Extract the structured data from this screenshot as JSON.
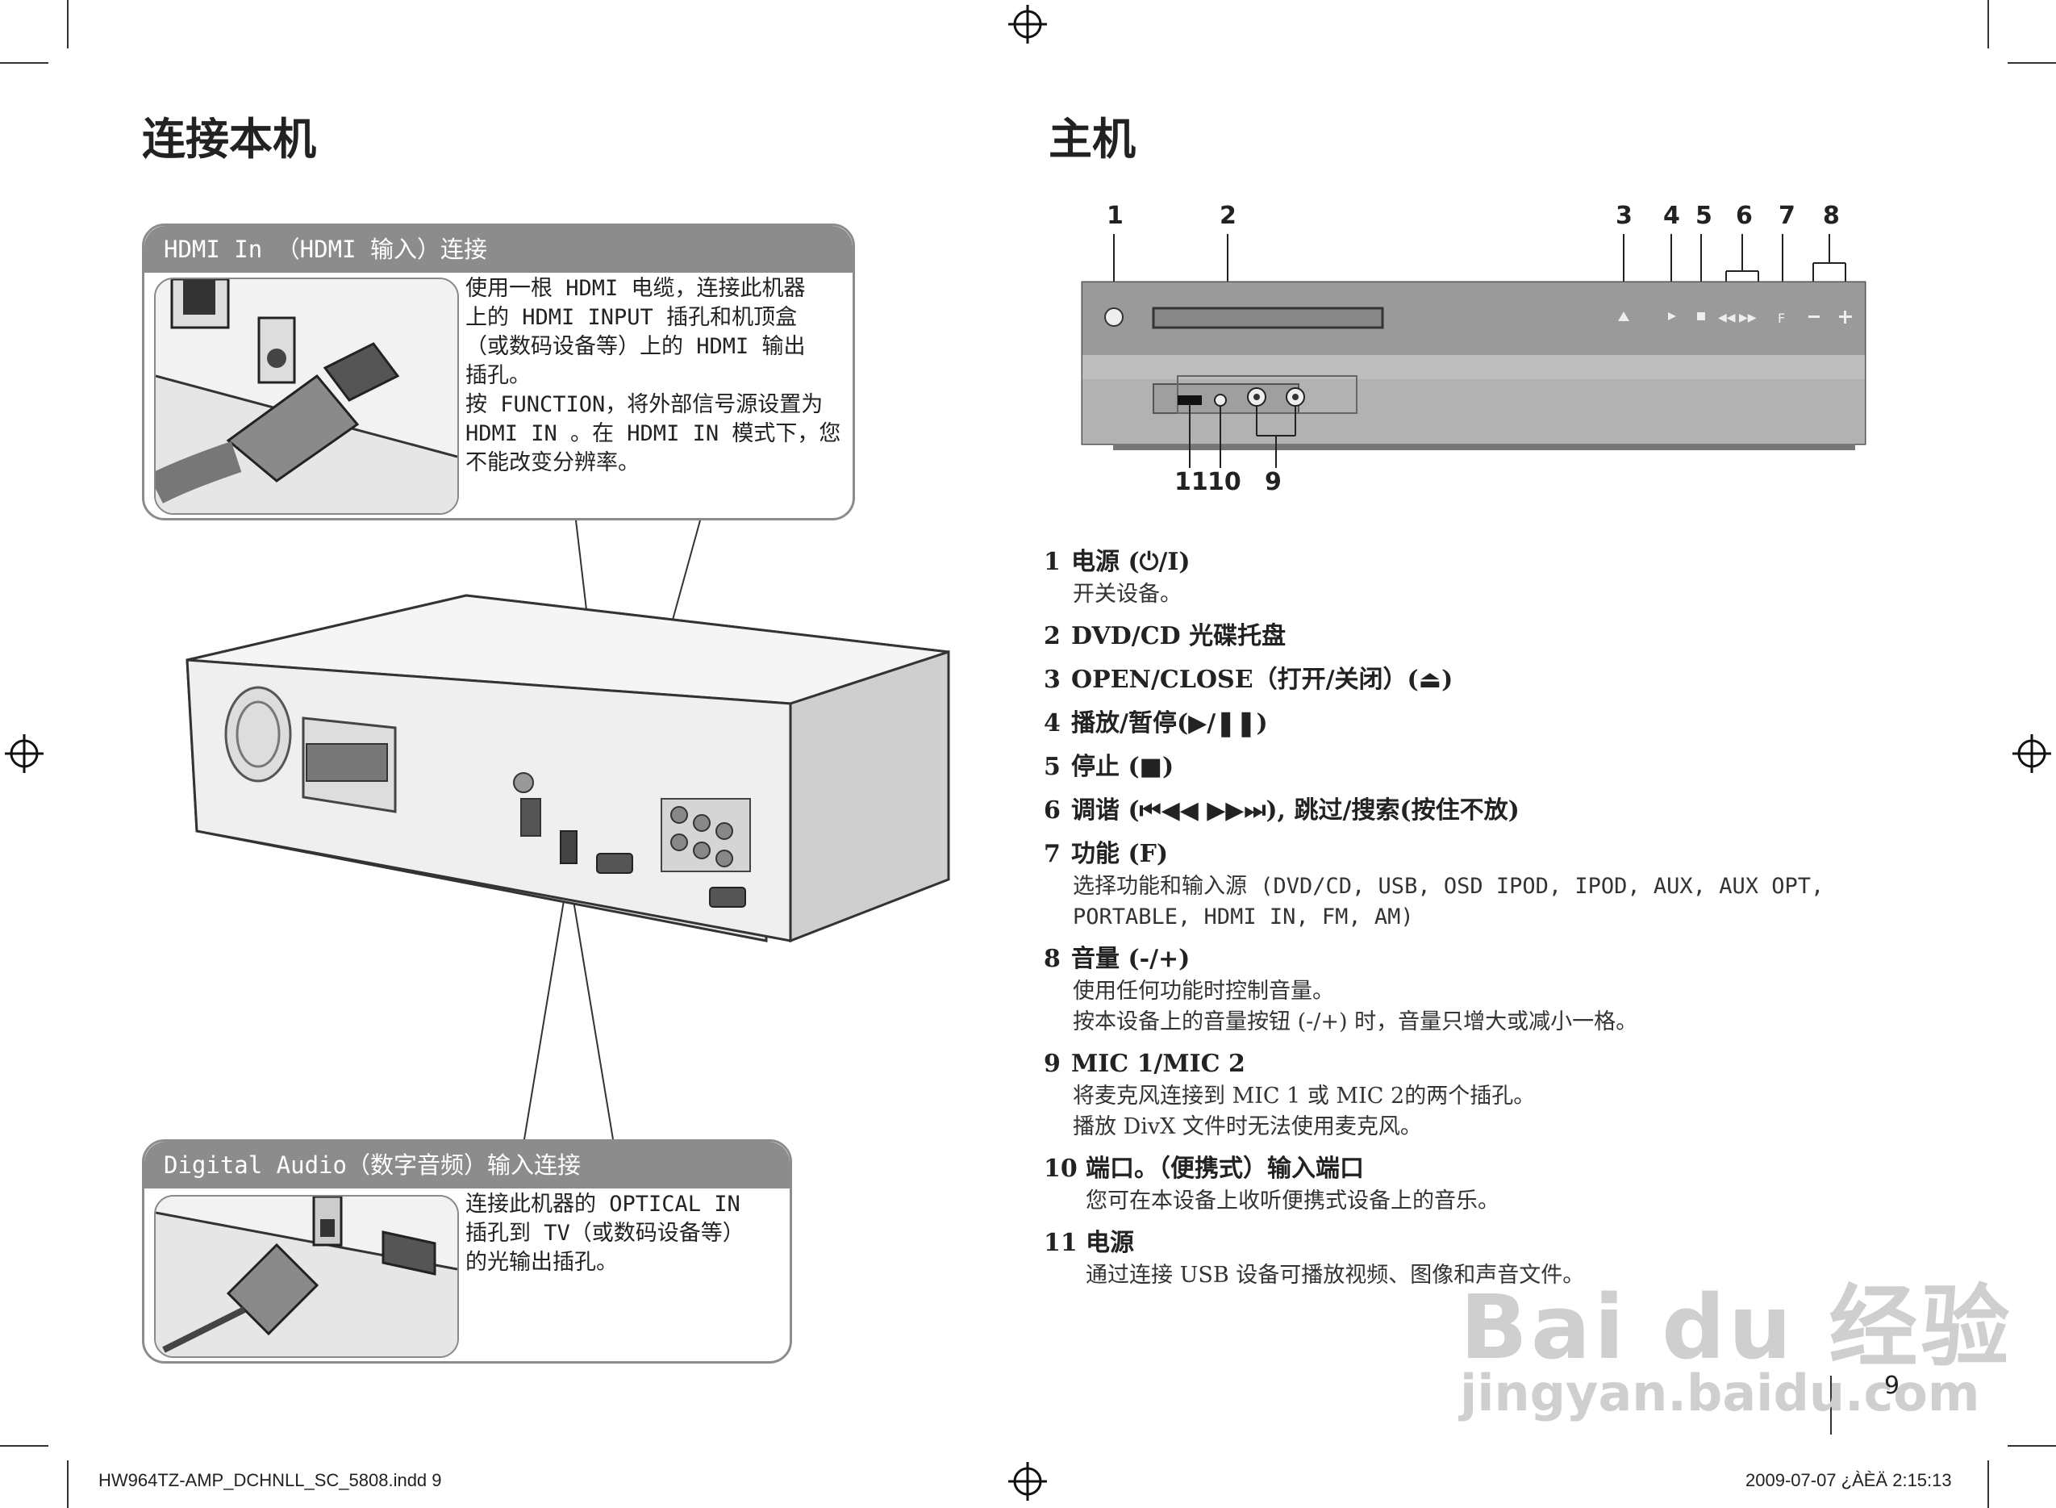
{
  "left": {
    "title": "连接本机",
    "hdmi_box": {
      "heading": "HDMI In （HDMI 输入）连接",
      "text": "使用一根 HDMI 电缆，连接此机器\n上的 HDMI INPUT 插孔和机顶盒\n（或数码设备等）上的 HDMI 输出\n插孔。\n按 FUNCTION，将外部信号源设置为\nHDMI IN 。在 HDMI IN 模式下，您\n不能改变分辨率。"
    },
    "digital_box": {
      "heading": "Digital Audio（数字音频）输入连接",
      "text": "连接此机器的 OPTICAL IN\n插孔到 TV（或数码设备等）\n的光输出插孔。"
    }
  },
  "right": {
    "title": "主机",
    "callouts_top": [
      "1",
      "2",
      "3",
      "4",
      "5",
      "6",
      "7",
      "8"
    ],
    "callouts_bottom": [
      "11",
      "10",
      "9"
    ],
    "items": [
      {
        "num": "1",
        "title": "电源 (⏻/I)",
        "desc": "开关设备。"
      },
      {
        "num": "2",
        "title": "DVD/CD 光碟托盘",
        "desc": ""
      },
      {
        "num": "3",
        "title": "OPEN/CLOSE（打开/关闭）(⏏)",
        "desc": ""
      },
      {
        "num": "4",
        "title": "播放/暂停(▶/❚❚)",
        "desc": ""
      },
      {
        "num": "5",
        "title": "停止 (■)",
        "desc": ""
      },
      {
        "num": "6",
        "title": "调谐 (⏮◀◀ ▶▶⏭), 跳过/搜索(按住不放)",
        "desc": ""
      },
      {
        "num": "7",
        "title": "功能 (F)",
        "desc": "选择功能和输入源 (DVD/CD, USB, OSD IPOD, IPOD, AUX, AUX OPT,\nPORTABLE, HDMI IN, FM, AM)"
      },
      {
        "num": "8",
        "title": "音量 (-/+)",
        "desc": "使用任何功能时控制音量。\n按本设备上的音量按钮 (-/+) 时，音量只增大或减小一格。"
      },
      {
        "num": "9",
        "title": "MIC 1/MIC 2",
        "desc": "将麦克风连接到 MIC 1 或 MIC 2的两个插孔。\n播放 DivX 文件时无法使用麦克风。"
      },
      {
        "num": "10",
        "title": "端口。（便携式）输入端口",
        "desc": "您可在本设备上收听便携式设备上的音乐。"
      },
      {
        "num": "11",
        "title": "电源",
        "desc": "通过连接 USB 设备可播放视频、图像和声音文件。"
      }
    ]
  },
  "page_number": "9",
  "footer": {
    "left": "HW964TZ-AMP_DCHNLL_SC_5808.indd   9",
    "right": "2009-07-07   ¿ÀÈÄ 2:15:13"
  },
  "watermark": {
    "brand": "Bai du 经验",
    "url": "jingyan.baidu.com"
  }
}
